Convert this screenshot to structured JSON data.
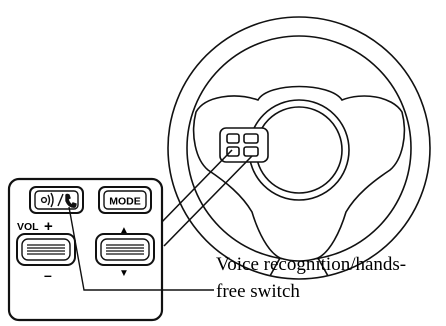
{
  "diagram": {
    "mode_label": "MODE",
    "vol_label": "VOL",
    "plus_sign": "+",
    "minus_sign": "–",
    "up_arrow": "▲",
    "down_arrow": "▼",
    "callout": {
      "line1": "Voice recognition/hands-",
      "line2": "free switch"
    },
    "icons": {
      "talk_switch": "voice-handsfree-icon",
      "volume": "volume-rocker-icon",
      "seek": "seek-rocker-icon"
    }
  }
}
